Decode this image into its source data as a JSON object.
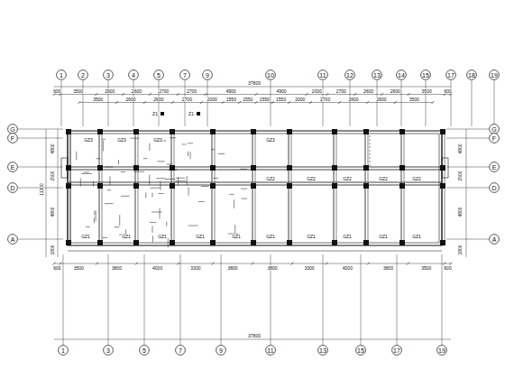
{
  "diagram": {
    "nodes": [
      {
        "text": [
          "1"
        ]
      },
      {
        "text": [
          "2"
        ]
      },
      {
        "text": [
          "3"
        ]
      },
      {
        "text": [
          "4"
        ]
      },
      {
        "text": [
          "5"
        ]
      },
      {
        "text": [
          "7"
        ]
      },
      {
        "text": [
          "9"
        ]
      },
      {
        "text": [
          "10"
        ]
      },
      {
        "text": [
          "11"
        ]
      },
      {
        "text": [
          "12"
        ]
      },
      {
        "text": [
          "13"
        ]
      },
      {
        "text": [
          "14"
        ]
      },
      {
        "text": [
          "15"
        ]
      },
      {
        "text": [
          "17"
        ]
      },
      {
        "text": [
          "18"
        ]
      },
      {
        "text": [
          "19"
        ]
      },
      {
        "text": [
          "G"
        ]
      },
      {
        "text": [
          "F"
        ]
      },
      {
        "text": [
          "E"
        ]
      },
      {
        "text": [
          "D"
        ]
      },
      {
        "text": [
          "A"
        ]
      },
      {
        "text": [
          "G"
        ]
      },
      {
        "text": [
          "F"
        ]
      },
      {
        "text": [
          "E"
        ]
      },
      {
        "text": [
          "D"
        ]
      },
      {
        "text": [
          "A"
        ]
      },
      {
        "text": [
          "1"
        ]
      },
      {
        "text": [
          "3"
        ]
      },
      {
        "text": [
          "5"
        ]
      },
      {
        "text": [
          "7"
        ]
      },
      {
        "text": [
          "9"
        ]
      },
      {
        "text": [
          "11"
        ]
      },
      {
        "text": [
          "13"
        ]
      },
      {
        "text": [
          "15"
        ]
      },
      {
        "text": [
          "17"
        ]
      },
      {
        "text": [
          "19"
        ]
      }
    ],
    "labels": [
      "37800",
      "600",
      "3500",
      "2600",
      "2600",
      "2700",
      "2700",
      "4900",
      "4900",
      "2000",
      "2700",
      "2600",
      "2600",
      "3500",
      "600",
      "3500",
      "2600",
      "2600",
      "2700",
      "2000",
      "1550",
      "1550",
      "1550",
      "1550",
      "2000",
      "2700",
      "2600",
      "2600",
      "3500",
      "600",
      "3500",
      "3800",
      "4000",
      "3300",
      "3800",
      "3800",
      "3300",
      "4000",
      "3800",
      "3500",
      "600",
      "37800",
      "4800",
      "2500",
      "4800",
      "1800",
      "11300",
      "4800",
      "2500",
      "4800",
      "1800",
      "GZ1",
      "GZ1",
      "GZ1",
      "GZ1",
      "GZ1",
      "GZ1",
      "GZ1",
      "GZ1",
      "GZ1",
      "GZ1",
      "GZ2",
      "GZ2",
      "GZ2",
      "GZ2",
      "GZ2",
      "GZ3",
      "GZ3",
      "GZ3",
      "GZ3",
      "Z1",
      "Z1"
    ]
  }
}
